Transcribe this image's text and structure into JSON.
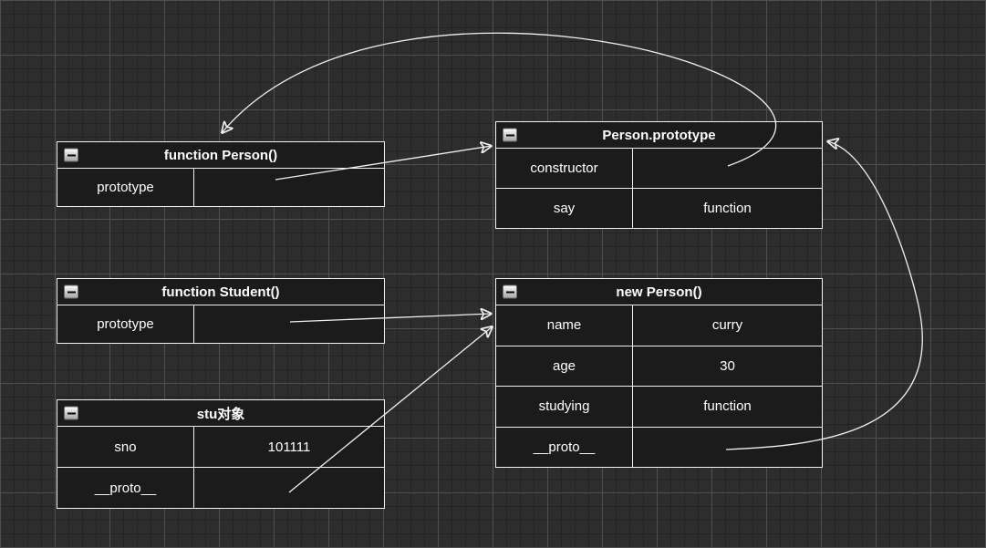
{
  "colors": {
    "canvas_bg": "#2d2d2d",
    "grid_minor": "#232323",
    "grid_major": "#4f4f4f",
    "box_fill": "#1b1b1b",
    "box_border": "#f2f2f2",
    "text": "#ffffff",
    "edge": "#f0f0f0"
  },
  "boxes": {
    "person_fn": {
      "title": "function Person()",
      "rows": [
        {
          "label": "prototype",
          "value": ""
        }
      ]
    },
    "person_proto": {
      "title": "Person.prototype",
      "rows": [
        {
          "label": "constructor",
          "value": ""
        },
        {
          "label": "say",
          "value": "function"
        }
      ]
    },
    "student_fn": {
      "title": "function Student()",
      "rows": [
        {
          "label": "prototype",
          "value": ""
        }
      ]
    },
    "new_person": {
      "title": "new Person()",
      "rows": [
        {
          "label": "name",
          "value": "curry"
        },
        {
          "label": "age",
          "value": "30"
        },
        {
          "label": "studying",
          "value": "function"
        },
        {
          "label": "__proto__",
          "value": ""
        }
      ]
    },
    "stu_obj": {
      "title": "stu对象",
      "rows": [
        {
          "label": "sno",
          "value": "101111"
        },
        {
          "label": "__proto__",
          "value": ""
        }
      ]
    }
  },
  "edges": [
    {
      "from": "Person.prototype.constructor",
      "to": "function Person()"
    },
    {
      "from": "function Person().prototype",
      "to": "Person.prototype"
    },
    {
      "from": "function Student().prototype",
      "to": "new Person()"
    },
    {
      "from": "stu对象.__proto__",
      "to": "new Person()"
    },
    {
      "from": "new Person().__proto__",
      "to": "Person.prototype"
    }
  ]
}
